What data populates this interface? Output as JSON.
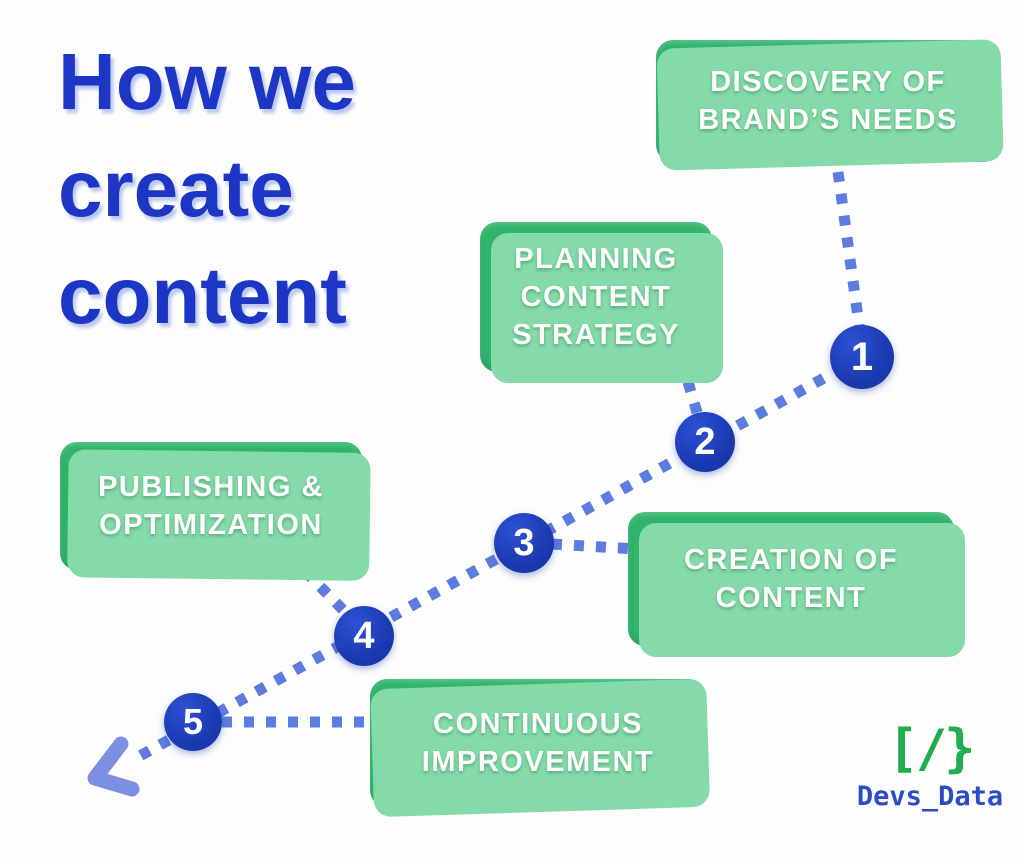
{
  "title": {
    "lines": [
      "How we",
      "create",
      "content"
    ]
  },
  "steps": [
    {
      "number": "1",
      "label": "DISCOVERY OF\nBRAND’S NEEDS"
    },
    {
      "number": "2",
      "label": "PLANNING\nCONTENT\nSTRATEGY"
    },
    {
      "number": "3",
      "label": "CREATION OF\nCONTENT"
    },
    {
      "number": "4",
      "label": "PUBLISHING &\nOPTIMIZATION"
    },
    {
      "number": "5",
      "label": "CONTINUOUS\nIMPROVEMENT"
    }
  ],
  "logo": {
    "icon": "[/}",
    "text": "Devs_Data"
  },
  "colors": {
    "bg": "#fdfdfd",
    "title-blue": "#1d36c6",
    "title-shadow": "#b9c6ef",
    "box-green": "#30b46c",
    "box-green-back": "#84daa8",
    "box-text": "#ffffff",
    "circle-blue": "#1838ac",
    "dot-blue": "#5d7ce0",
    "arrow-blue": "#7d90e2",
    "logo-green": "#21ad4d",
    "logo-blue": "#2b4cc4"
  }
}
